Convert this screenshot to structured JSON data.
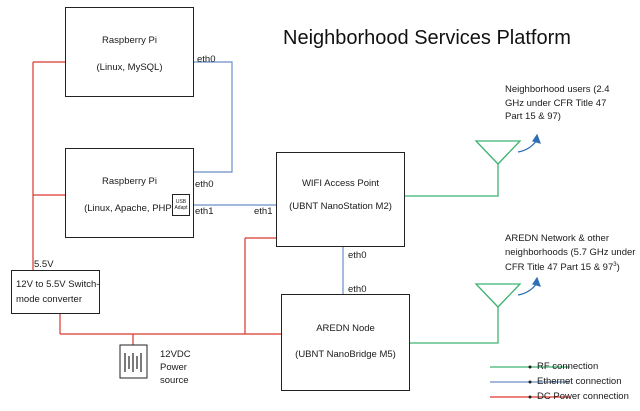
{
  "title": "Neighborhood Services Platform",
  "nodes": {
    "pi1": {
      "name": "Raspberry Pi",
      "desc": "(Linux, MySQL)"
    },
    "pi2": {
      "name": "Raspberry Pi",
      "desc": "(Linux, Apache, PHP)",
      "adapter": "USB Adapt"
    },
    "ap": {
      "name": "WIFI Access Point",
      "desc": "(UBNT NanoStation M2)"
    },
    "aredn": {
      "name": "AREDN Node",
      "desc": "(UBNT NanoBridge M5)"
    },
    "converter": {
      "line1": "12V to 5.5V Switch-",
      "line2": "mode converter"
    },
    "power": {
      "line1": "12VDC",
      "line2": "Power",
      "line3": "source"
    }
  },
  "ports": {
    "pi1_eth0": "eth0",
    "pi2_eth0": "eth0",
    "pi2_eth1": "eth1",
    "ap_eth1": "eth1",
    "ap_eth0": "eth0",
    "aredn_eth0": "eth0",
    "voltage": "5.5V"
  },
  "notes": {
    "users": [
      "Neighborhood users (2.4",
      "GHz under CFR Title 47",
      "Part 15 & 97)"
    ],
    "aredn": [
      "AREDN Network & other",
      "neighborhoods (5.7 GHz under",
      "CFR Title 47 Part 15 & 97"
    ],
    "aredn_sup": "3",
    "aredn_tail": ")"
  },
  "legend": [
    {
      "label": "RF connection",
      "color": "#3cb371"
    },
    {
      "label": "Ethernet connection",
      "color": "#6a8fc7"
    },
    {
      "label": "DC Power connection",
      "color": "#d9372b"
    }
  ],
  "colors": {
    "rf": "#3cb371",
    "ethernet": "#6a8fc7",
    "power": "#d9372b",
    "arrow": "#2f6fb5"
  }
}
